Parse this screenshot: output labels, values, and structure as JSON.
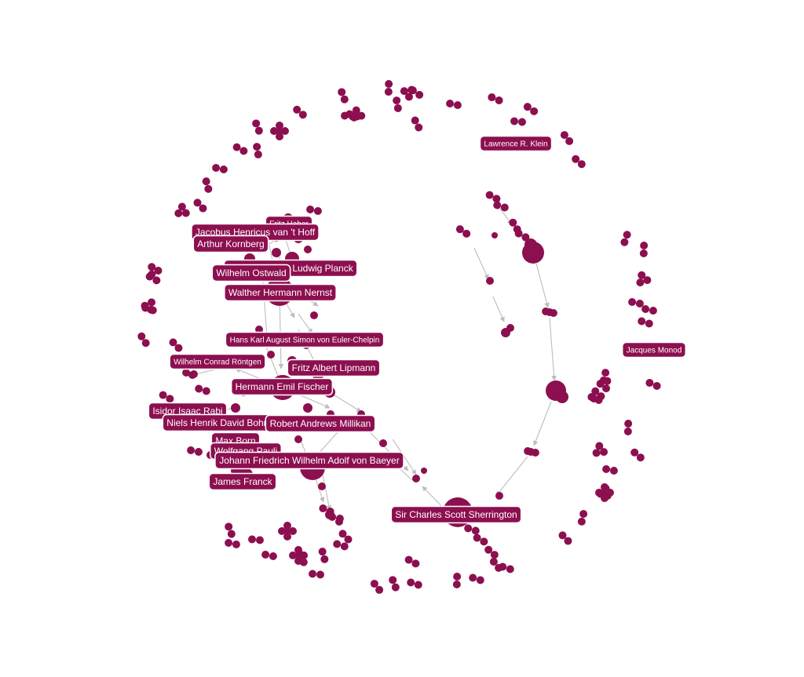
{
  "colors": {
    "node": "#8c0f4f",
    "edge": "#bdbdbd",
    "label_text": "#ffffff",
    "background": "#ffffff"
  },
  "labels": [
    "Lawrence R. Klein",
    "Jacques Monod",
    "Fritz Haber",
    "Jacobus Henricus van 't Hoff",
    "Arthur Kornberg",
    "Max Karl Ernst Ludwig Planck",
    "Wilhelm Ostwald",
    "Walther Hermann Nernst",
    "Hans Karl August Simon von Euler-Chelpin",
    "Wilhelm Conrad Röntgen",
    "Fritz Albert Lipmann",
    "Hermann Emil Fischer",
    "Isidor Isaac Rabi",
    "Niels Henrik David Bohr",
    "Robert Andrews Millikan",
    "Max Born",
    "Wolfgang Pauli",
    "Johann Friedrich Wilhelm Adolf von Baeyer",
    "James Franck",
    "Sir Charles Scott Sherrington"
  ]
}
